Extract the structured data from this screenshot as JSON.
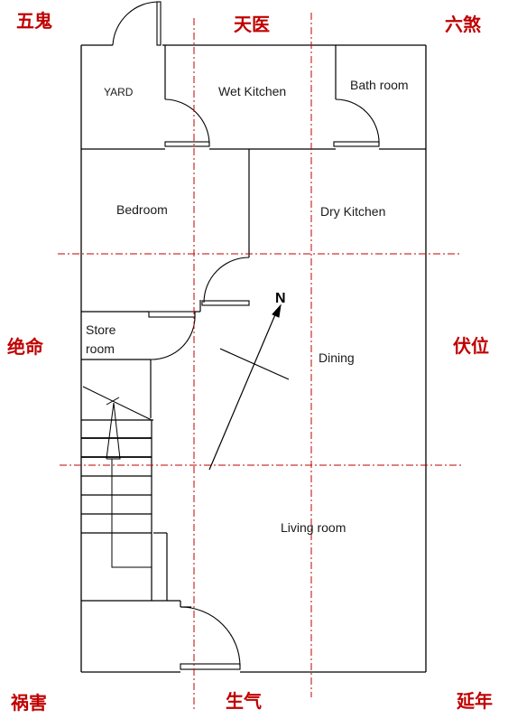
{
  "sectors": {
    "top_left": "五鬼",
    "top_center": "天医",
    "top_right": "六煞",
    "middle_left": "绝命",
    "middle_right": "伏位",
    "bottom_left": "祸害",
    "bottom_center": "生气",
    "bottom_right": "延年"
  },
  "rooms": {
    "yard": "YARD",
    "wet_kitchen": "Wet Kitchen",
    "bath_room": "Bath room",
    "bedroom": "Bedroom",
    "dry_kitchen": "Dry Kitchen",
    "store_room_line1": "Store",
    "store_room_line2": "room",
    "dining": "Dining",
    "living_room": "Living room"
  },
  "compass": {
    "north": "N"
  },
  "colors": {
    "walls": "#000000",
    "grid_lines": "#c00000",
    "sector_text": "#c00000"
  }
}
